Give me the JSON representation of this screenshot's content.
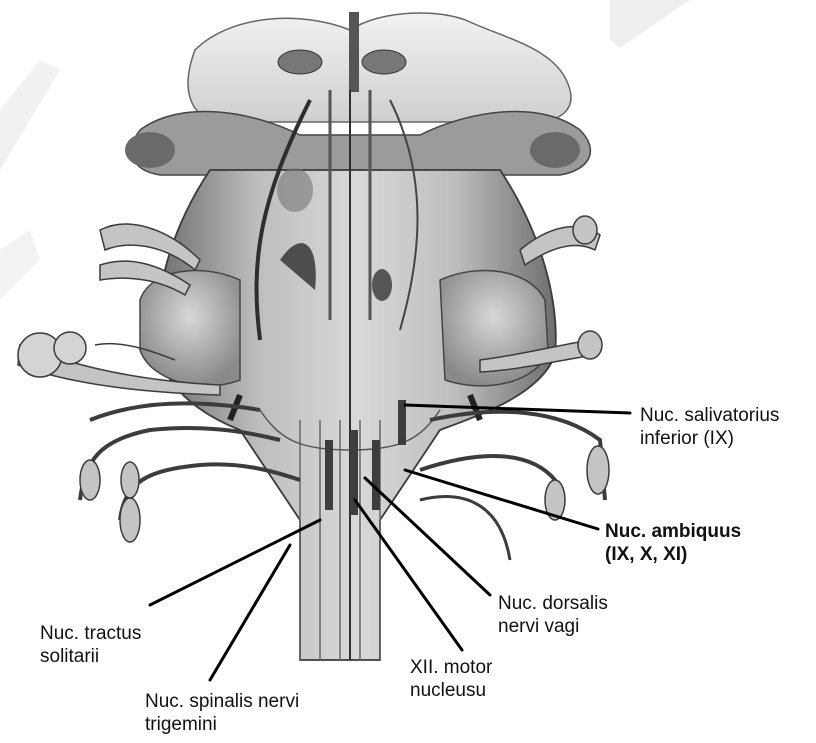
{
  "labels": {
    "salivatorius": {
      "line1": "Nuc. salivatorius",
      "line2": "inferior (IX)"
    },
    "ambiquus": {
      "line1": "Nuc. ambiquus",
      "line2": "(IX, X, XI)"
    },
    "dorsalis": {
      "line1": "Nuc. dorsalis",
      "line2": "nervi vagi"
    },
    "tractus": {
      "line1": "Nuc. tractus",
      "line2": "solitarii"
    },
    "motor": {
      "line1": "XII. motor",
      "line2": "nucleusu"
    },
    "spinalis": {
      "line1": "Nuc. spinalis nervi",
      "line2": "trigemini"
    }
  }
}
